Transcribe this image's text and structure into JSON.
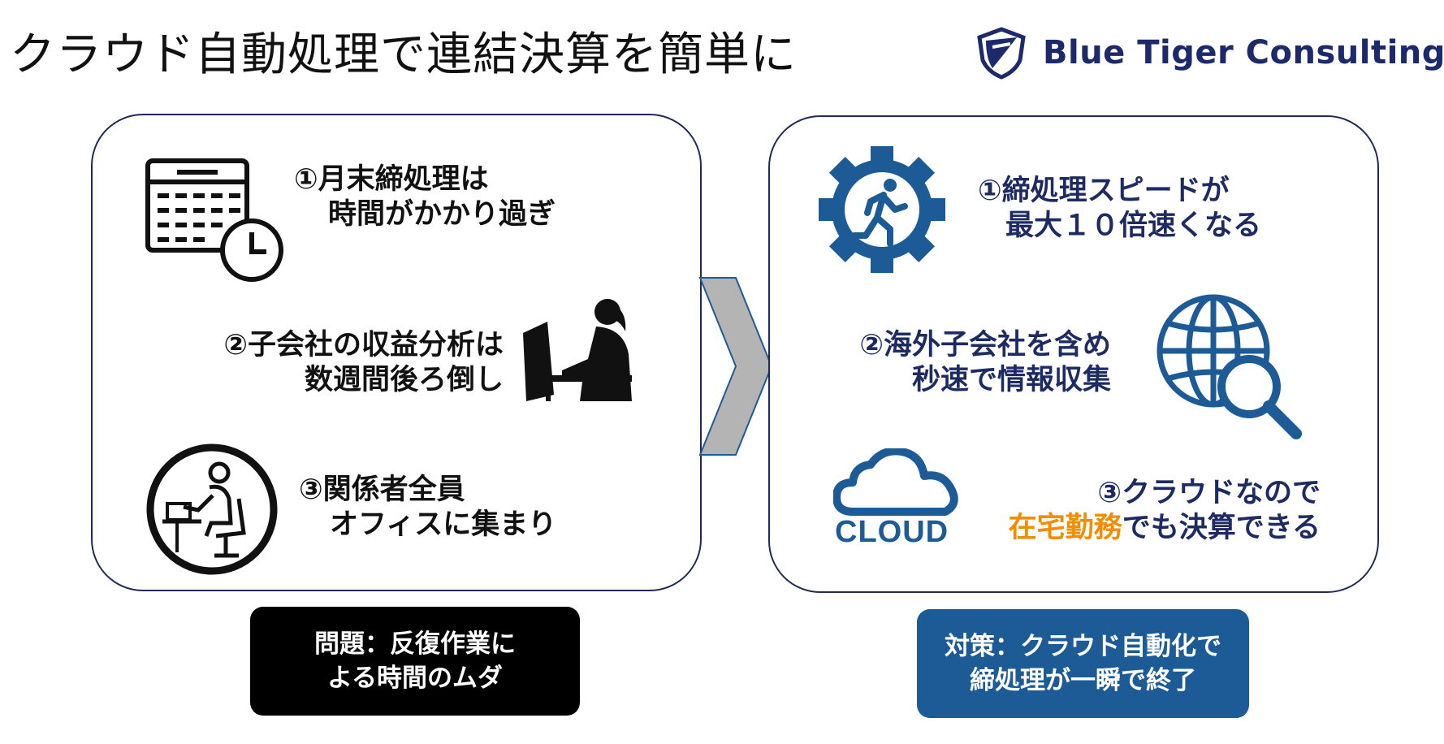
{
  "title": "クラウド自動処理で連結決算を簡単に",
  "brand": {
    "name": "Blue Tiger Consulting",
    "logo_icon": "shield-logo-icon"
  },
  "colors": {
    "navy": "#1e2b63",
    "blue": "#1d5b96",
    "orange": "#f28c00",
    "arrow_gray": "#b4b4b4"
  },
  "left_panel": {
    "items": [
      {
        "line1": "①月末締処理は",
        "line2": "時間がかかり過ぎ",
        "icon": "calendar-clock-icon"
      },
      {
        "line1": "②子会社の収益分析は",
        "line2": "数週間後ろ倒し",
        "icon": "woman-at-computer-icon"
      },
      {
        "line1": "③関係者全員",
        "line2": "オフィスに集まり",
        "icon": "office-worker-icon"
      }
    ],
    "caption": {
      "line1": "問題：反復作業に",
      "line2": "よる時間のムダ"
    }
  },
  "right_panel": {
    "items": [
      {
        "line1": "①締処理スピードが",
        "line2": "最大１０倍速くなる",
        "icon": "gear-runner-icon"
      },
      {
        "line1": "②海外子会社を含め",
        "line2": "秒速で情報収集",
        "icon": "globe-search-icon"
      },
      {
        "line1": "③クラウドなので",
        "line2_highlight": "在宅勤務",
        "line2_rest": "でも決算できる",
        "icon": "cloud-icon",
        "icon_label": "CLOUD"
      }
    ],
    "caption": {
      "line1": "対策：クラウド自動化で",
      "line2": "締処理が一瞬で終了"
    }
  }
}
